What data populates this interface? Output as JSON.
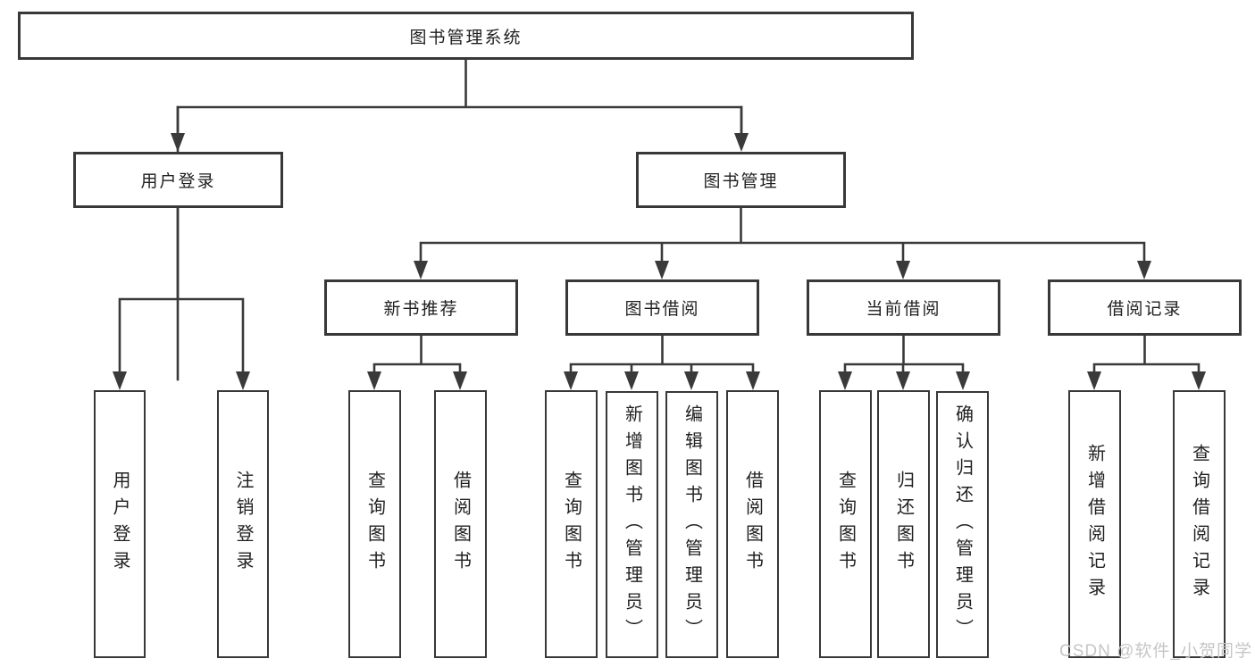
{
  "diagram": {
    "root": {
      "label": "图书管理系统"
    },
    "level2": [
      {
        "label": "用户登录"
      },
      {
        "label": "图书管理"
      }
    ],
    "level3": [
      {
        "label": "新书推荐"
      },
      {
        "label": "图书借阅"
      },
      {
        "label": "当前借阅"
      },
      {
        "label": "借阅记录"
      }
    ],
    "leaves": {
      "login": [
        "用户登录",
        "注销登录"
      ],
      "recommend": [
        "查询图书",
        "借阅图书"
      ],
      "borrow": [
        "查询图书",
        "新增图书（管理员）",
        "编辑图书（管理员）",
        "借阅图书"
      ],
      "current": [
        "查询图书",
        "归还图书",
        "确认归还（管理员）"
      ],
      "records": [
        "新增借阅记录",
        "查询借阅记录"
      ]
    },
    "watermark": "CSDN @软件_小贺同学",
    "colors": {
      "line": "#3a3a3a",
      "border": "#383838",
      "text": "#1f1f1f",
      "background": "#ffffff",
      "watermark": "#c6c6c6"
    }
  }
}
